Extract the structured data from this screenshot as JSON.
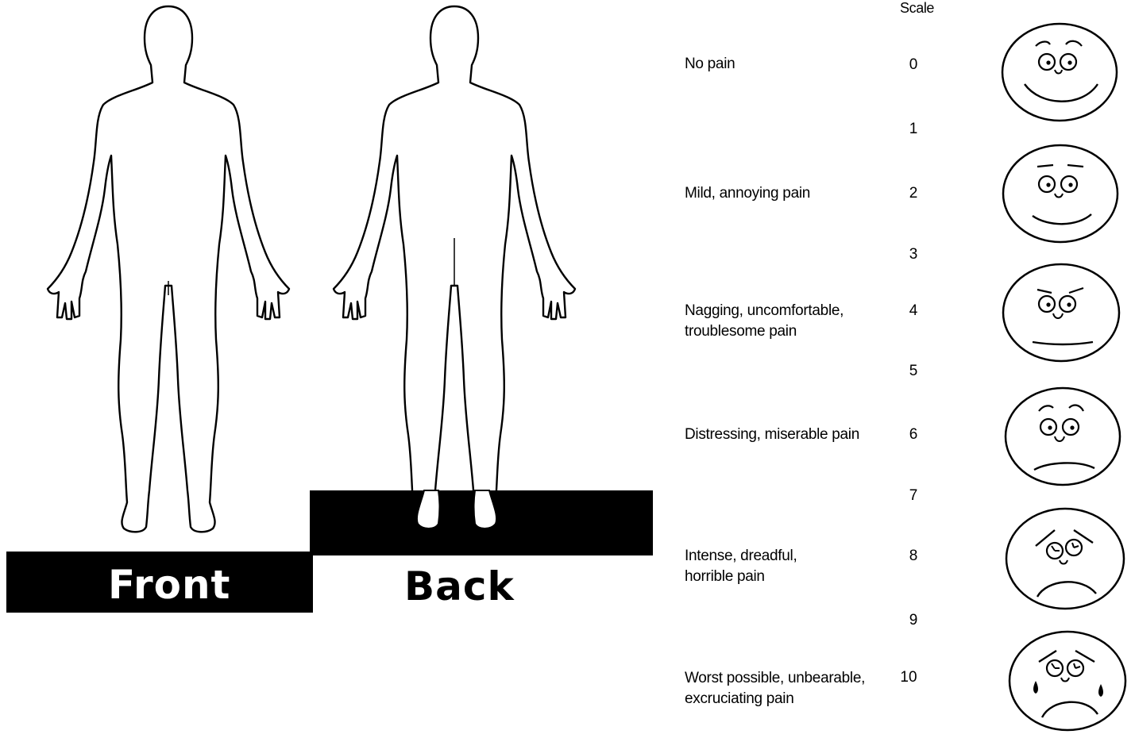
{
  "body_chart": {
    "front_label": "Front",
    "back_label": "Back"
  },
  "pain_scale": {
    "title": "Scale",
    "descriptors": [
      "No pain",
      "Mild, annoying pain",
      "Nagging, uncomfortable,\ntroublesome pain",
      "Distressing, miserable pain",
      "Intense, dreadful,\nhorrible pain",
      "Worst possible, unbearable,\nexcruciating pain"
    ],
    "numbers": [
      "0",
      "1",
      "2",
      "3",
      "4",
      "5",
      "6",
      "7",
      "8",
      "9",
      "10"
    ],
    "faces": [
      "smiling-face-icon",
      "mild-smile-face-icon",
      "neutral-face-icon",
      "frowning-face-icon",
      "worried-face-icon",
      "crying-face-icon"
    ]
  }
}
